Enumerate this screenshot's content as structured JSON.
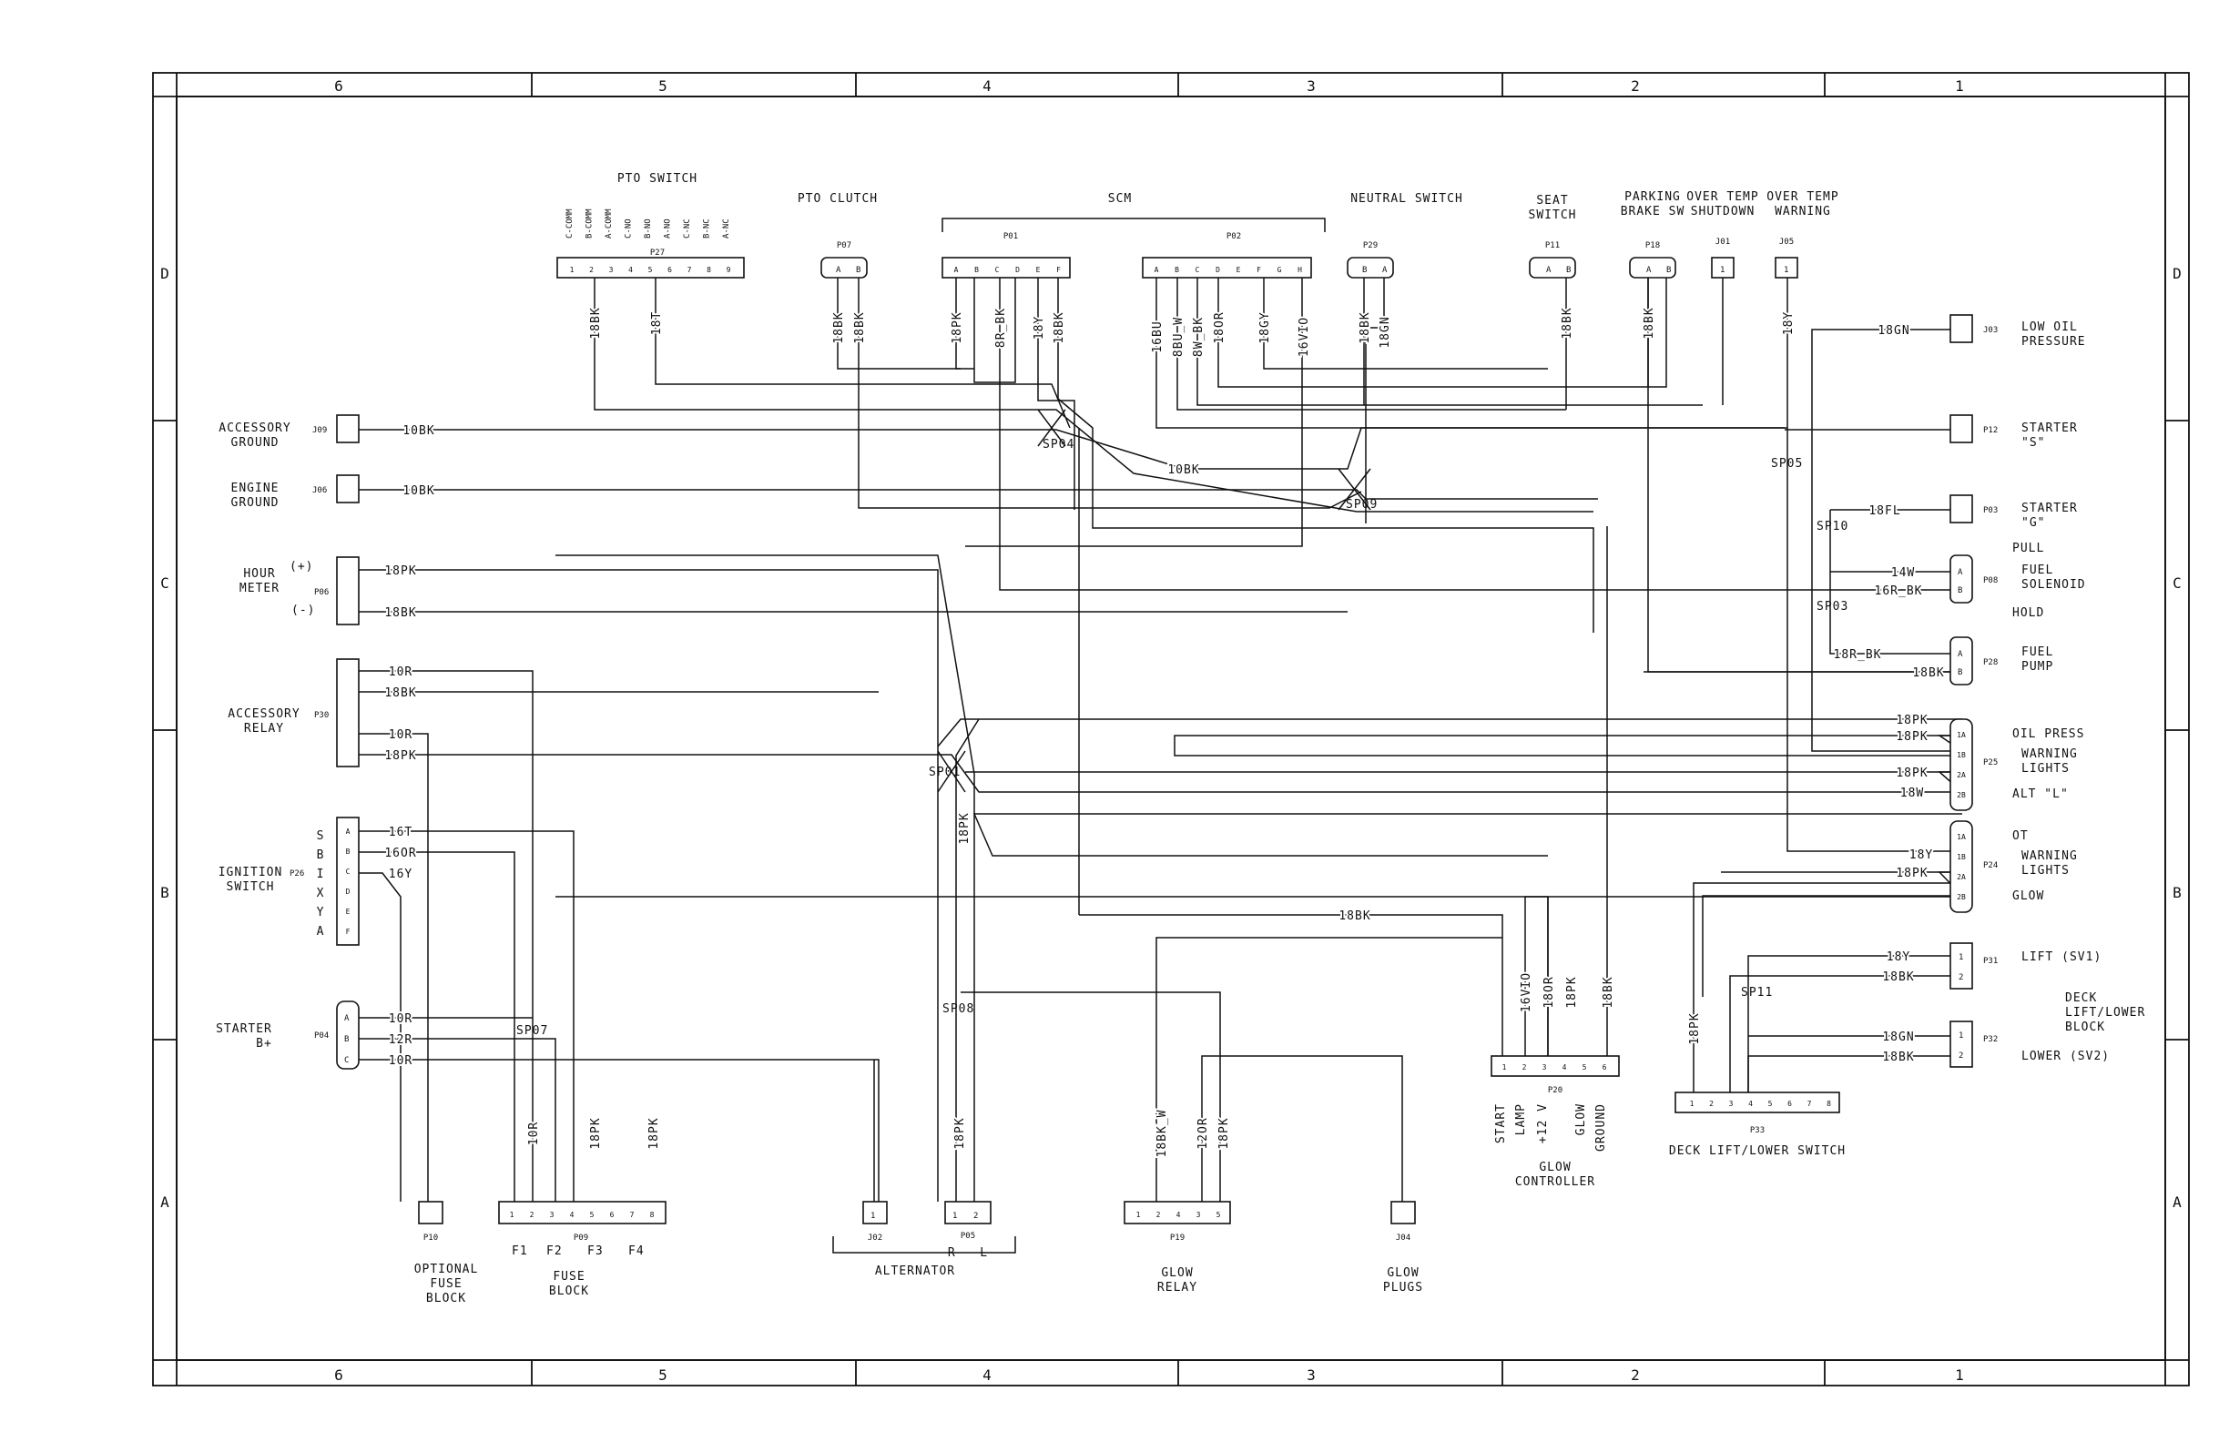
{
  "grid": {
    "columns": [
      "6",
      "5",
      "4",
      "3",
      "2",
      "1"
    ],
    "rows": [
      "D",
      "C",
      "B",
      "A"
    ]
  },
  "components": {
    "pto_switch": {
      "title": "PTO SWITCH",
      "connector": "P27",
      "pins": [
        "1",
        "2",
        "3",
        "4",
        "5",
        "6",
        "7",
        "8",
        "9"
      ],
      "pin_labels": [
        "C-COMM",
        "B-COMM",
        "A-COMM",
        "C-NO",
        "B-NO",
        "A-NO",
        "C-NC",
        "B-NC",
        "A-NC"
      ]
    },
    "pto_clutch": {
      "title": "PTO CLUTCH",
      "connector": "P07",
      "pins": [
        "A",
        "B"
      ]
    },
    "scm": {
      "title": "SCM",
      "connectors": [
        "P01",
        "P02"
      ],
      "p01_pins": [
        "A",
        "B",
        "C",
        "D",
        "E",
        "F"
      ],
      "p02_pins": [
        "A",
        "B",
        "C",
        "D",
        "E",
        "F",
        "G",
        "H"
      ]
    },
    "neutral_switch": {
      "title": "NEUTRAL SWITCH",
      "connector": "P29",
      "pins": [
        "B",
        "A"
      ]
    },
    "seat_switch": {
      "title": [
        "SEAT",
        "SWITCH"
      ],
      "connector": "P11",
      "pins": [
        "A",
        "B"
      ]
    },
    "parking_brake": {
      "title": [
        "PARKING",
        "BRAKE SW"
      ],
      "connector": "P18",
      "pins": [
        "A",
        "B"
      ]
    },
    "over_temp_shutdown": {
      "title": [
        "OVER TEMP",
        "SHUTDOWN"
      ],
      "connector": "J01",
      "pins": [
        "1"
      ]
    },
    "over_temp_warning": {
      "title": [
        "OVER TEMP",
        "WARNING"
      ],
      "connector": "J05",
      "pins": [
        "1"
      ]
    },
    "accessory_ground": {
      "title": [
        "ACCESSORY",
        "GROUND"
      ],
      "connector": "J09"
    },
    "engine_ground": {
      "title": [
        "ENGINE",
        "GROUND"
      ],
      "connector": "J06"
    },
    "hour_meter": {
      "title": [
        "HOUR",
        "METER"
      ],
      "connector": "P06",
      "plus": "(+)",
      "minus": "(-)"
    },
    "accessory_relay": {
      "title": [
        "ACCESSORY",
        "RELAY"
      ],
      "connector": "P30"
    },
    "ignition_switch": {
      "title": [
        "IGNITION",
        "SWITCH"
      ],
      "connector": "P26",
      "pins": [
        "A",
        "B",
        "C",
        "D",
        "E",
        "F"
      ],
      "positions": [
        "S",
        "B",
        "I",
        "X",
        "Y",
        "A"
      ]
    },
    "starter_b": {
      "title": [
        "STARTER",
        "B+"
      ],
      "connector": "P04",
      "pins": [
        "A",
        "B",
        "C"
      ]
    },
    "optional_fuse": {
      "title": [
        "OPTIONAL",
        "FUSE",
        "BLOCK"
      ],
      "connector": "P10"
    },
    "fuse_block": {
      "title": [
        "FUSE",
        "BLOCK"
      ],
      "connector": "P09",
      "pins": [
        "1",
        "2",
        "3",
        "4",
        "5",
        "6",
        "7",
        "8"
      ],
      "fuses": [
        "F1",
        "F2",
        "F3",
        "F4"
      ]
    },
    "alternator": {
      "title": "ALTERNATOR",
      "connectors": [
        "J02",
        "P05"
      ],
      "pins": [
        "1",
        "2"
      ],
      "rl": "R   L"
    },
    "glow_relay": {
      "title": [
        "GLOW",
        "RELAY"
      ],
      "connector": "P19",
      "pins": [
        "1",
        "2",
        "4",
        "3",
        "5"
      ]
    },
    "glow_plugs": {
      "title": [
        "GLOW",
        "PLUGS"
      ],
      "connector": "J04"
    },
    "glow_controller": {
      "title": [
        "GLOW",
        "CONTROLLER"
      ],
      "connector": "P20",
      "pins": [
        "1",
        "2",
        "3",
        "4",
        "5",
        "6"
      ],
      "pin_labels": [
        "START",
        "LAMP",
        "+12 V",
        "GLOW",
        "GROUND"
      ]
    },
    "deck_switch": {
      "title": "DECK LIFT/LOWER SWITCH",
      "connector": "P33",
      "pins": [
        "1",
        "2",
        "3",
        "4",
        "5",
        "6",
        "7",
        "8"
      ]
    },
    "low_oil": {
      "title": [
        "LOW OIL",
        "PRESSURE"
      ],
      "connector": "J03"
    },
    "starter_s": {
      "title": [
        "STARTER",
        "\"S\""
      ],
      "connector": "P12"
    },
    "starter_g": {
      "title": [
        "STARTER",
        "\"G\""
      ],
      "connector": "P03"
    },
    "fuel_solenoid": {
      "title": [
        "FUEL",
        "SOLENOID"
      ],
      "connector": "P08",
      "pull": "PULL",
      "hold": "HOLD",
      "pins": [
        "A",
        "B"
      ]
    },
    "fuel_pump": {
      "title": [
        "FUEL",
        "PUMP"
      ],
      "connector": "P28",
      "pins": [
        "A",
        "B"
      ]
    },
    "oil_press": {
      "title": [
        "OIL PRESS",
        "WARNING",
        "LIGHTS"
      ],
      "connector": "P25",
      "alt": "ALT \"L\"",
      "pins": [
        "1A",
        "1B",
        "2A",
        "2B"
      ]
    },
    "ot_warning": {
      "title": [
        "OT",
        "WARNING",
        "LIGHTS"
      ],
      "connector": "P24",
      "glow": "GLOW",
      "pins": [
        "1A",
        "1B",
        "2A",
        "2B"
      ]
    },
    "lift_sv1": {
      "title": "LIFT (SV1)",
      "connector": "P31",
      "pins": [
        "1",
        "2"
      ]
    },
    "deck_block": {
      "title": [
        "DECK",
        "LIFT/LOWER",
        "BLOCK"
      ]
    },
    "lower_sv2": {
      "title": "LOWER (SV2)",
      "connector": "P32",
      "pins": [
        "1",
        "2"
      ]
    }
  },
  "wires": {
    "p27_1": "18BK",
    "p27_5": "18T",
    "p07_a": "18BK",
    "p07_b": "18BK",
    "p01_a": "18PK",
    "p01_c": "8R_BK",
    "p01_e": "18Y",
    "p01_f": "18BK",
    "p02_a": "16BU",
    "p02_b": "8BU_W",
    "p02_c": "8W_BK",
    "p02_d": "18OR",
    "p02_f": "18GY",
    "p02_h": "16VIO",
    "p29_b": "18BK",
    "p29_a": "18GN",
    "p11_b": "18BK",
    "p18_a": "18BK",
    "j05": "18Y",
    "j09": "10BK",
    "j06": "10BK",
    "mid_10bk": "10BK",
    "j03": "18GN",
    "p03": "18FL",
    "p08_a": "14W",
    "p08_b": "16R_BK",
    "p28_a": "18R_BK",
    "p28_b": "18BK",
    "p25_1a": "18PK",
    "p25_1b": "18PK",
    "p25_2a": "18PK",
    "p25_2b": "18W",
    "p24_2a_y": "18Y",
    "p24_2a_pk": "18PK",
    "p31_1": "18Y",
    "p31_2": "18BK",
    "p32_1": "18GN",
    "p32_2": "18BK",
    "p06_1": "18PK",
    "p06_3": "18BK",
    "p30_1": "10R",
    "p30_2": "18BK",
    "p30_4": "10R",
    "p30_5": "18PK",
    "p26_a": "16T",
    "p26_b": "16OR",
    "p26_c": "16Y",
    "p04_a": "10R",
    "p04_b": "12R",
    "p04_c": "10R",
    "spo1_down": "18PK",
    "glow_bk": "18BK",
    "p20_1": "16VIO",
    "p20_2": "18OR",
    "p20_3": "18PK",
    "p20_6": "18BK",
    "p33": "18PK",
    "p09_2": "10R",
    "p09_4": "18PK",
    "p09_8": "18PK",
    "p05_1": "18PK",
    "p19_2": "18BK_W",
    "p19_4": "12OR",
    "p19_3": "18PK"
  },
  "splices": [
    "SP01",
    "SP04",
    "SP05",
    "SP07",
    "SP08",
    "SP09",
    "SP10",
    "SP03",
    "SP11"
  ]
}
